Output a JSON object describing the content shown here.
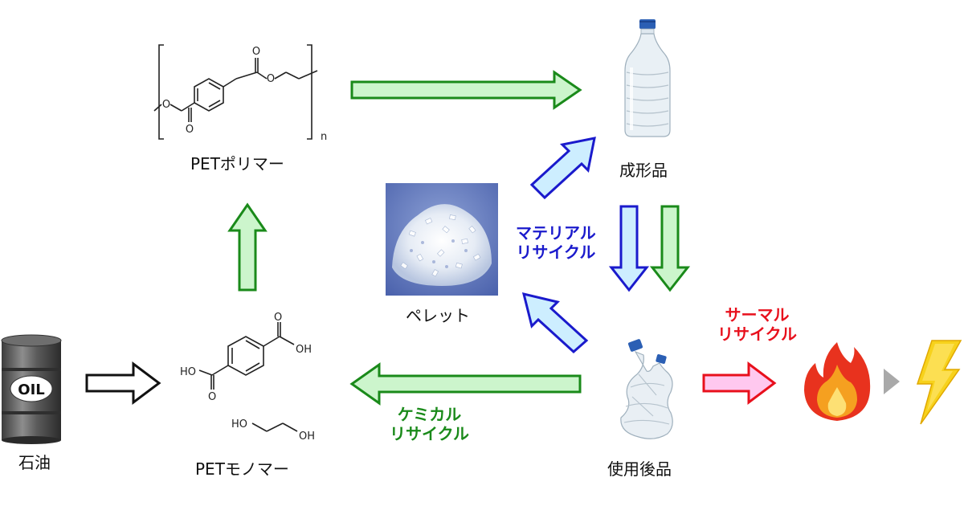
{
  "labels": {
    "pet_polymer": "PETポリマー",
    "molded_product": "成形品",
    "pellet": "ペレット",
    "oil": "石油",
    "pet_monomer": "PETモノマー",
    "used_product": "使用後品"
  },
  "oil_drum_text": "OIL",
  "polymer_subscript": "n",
  "monomer_groups": {
    "oh_top": "OH",
    "ho_left": "HO",
    "ho_glycol": "HO",
    "oh_glycol": "OH"
  },
  "recycling": {
    "material": [
      "マテリアル",
      "リサイクル"
    ],
    "chemical": [
      "ケミカル",
      "リサイクル"
    ],
    "thermal": [
      "サーマル",
      "リサイクル"
    ]
  },
  "colors": {
    "material": "#1a1acc",
    "chemical": "#1a8a1a",
    "thermal": "#e8101c",
    "green_arrow_fill": "#ccf5cc",
    "green_arrow_stroke": "#1a8a1a",
    "blue_arrow_fill": "#cdeeff",
    "blue_arrow_stroke": "#1a1acc",
    "red_arrow_fill": "#ffc8ef",
    "red_arrow_stroke": "#e8101c"
  }
}
